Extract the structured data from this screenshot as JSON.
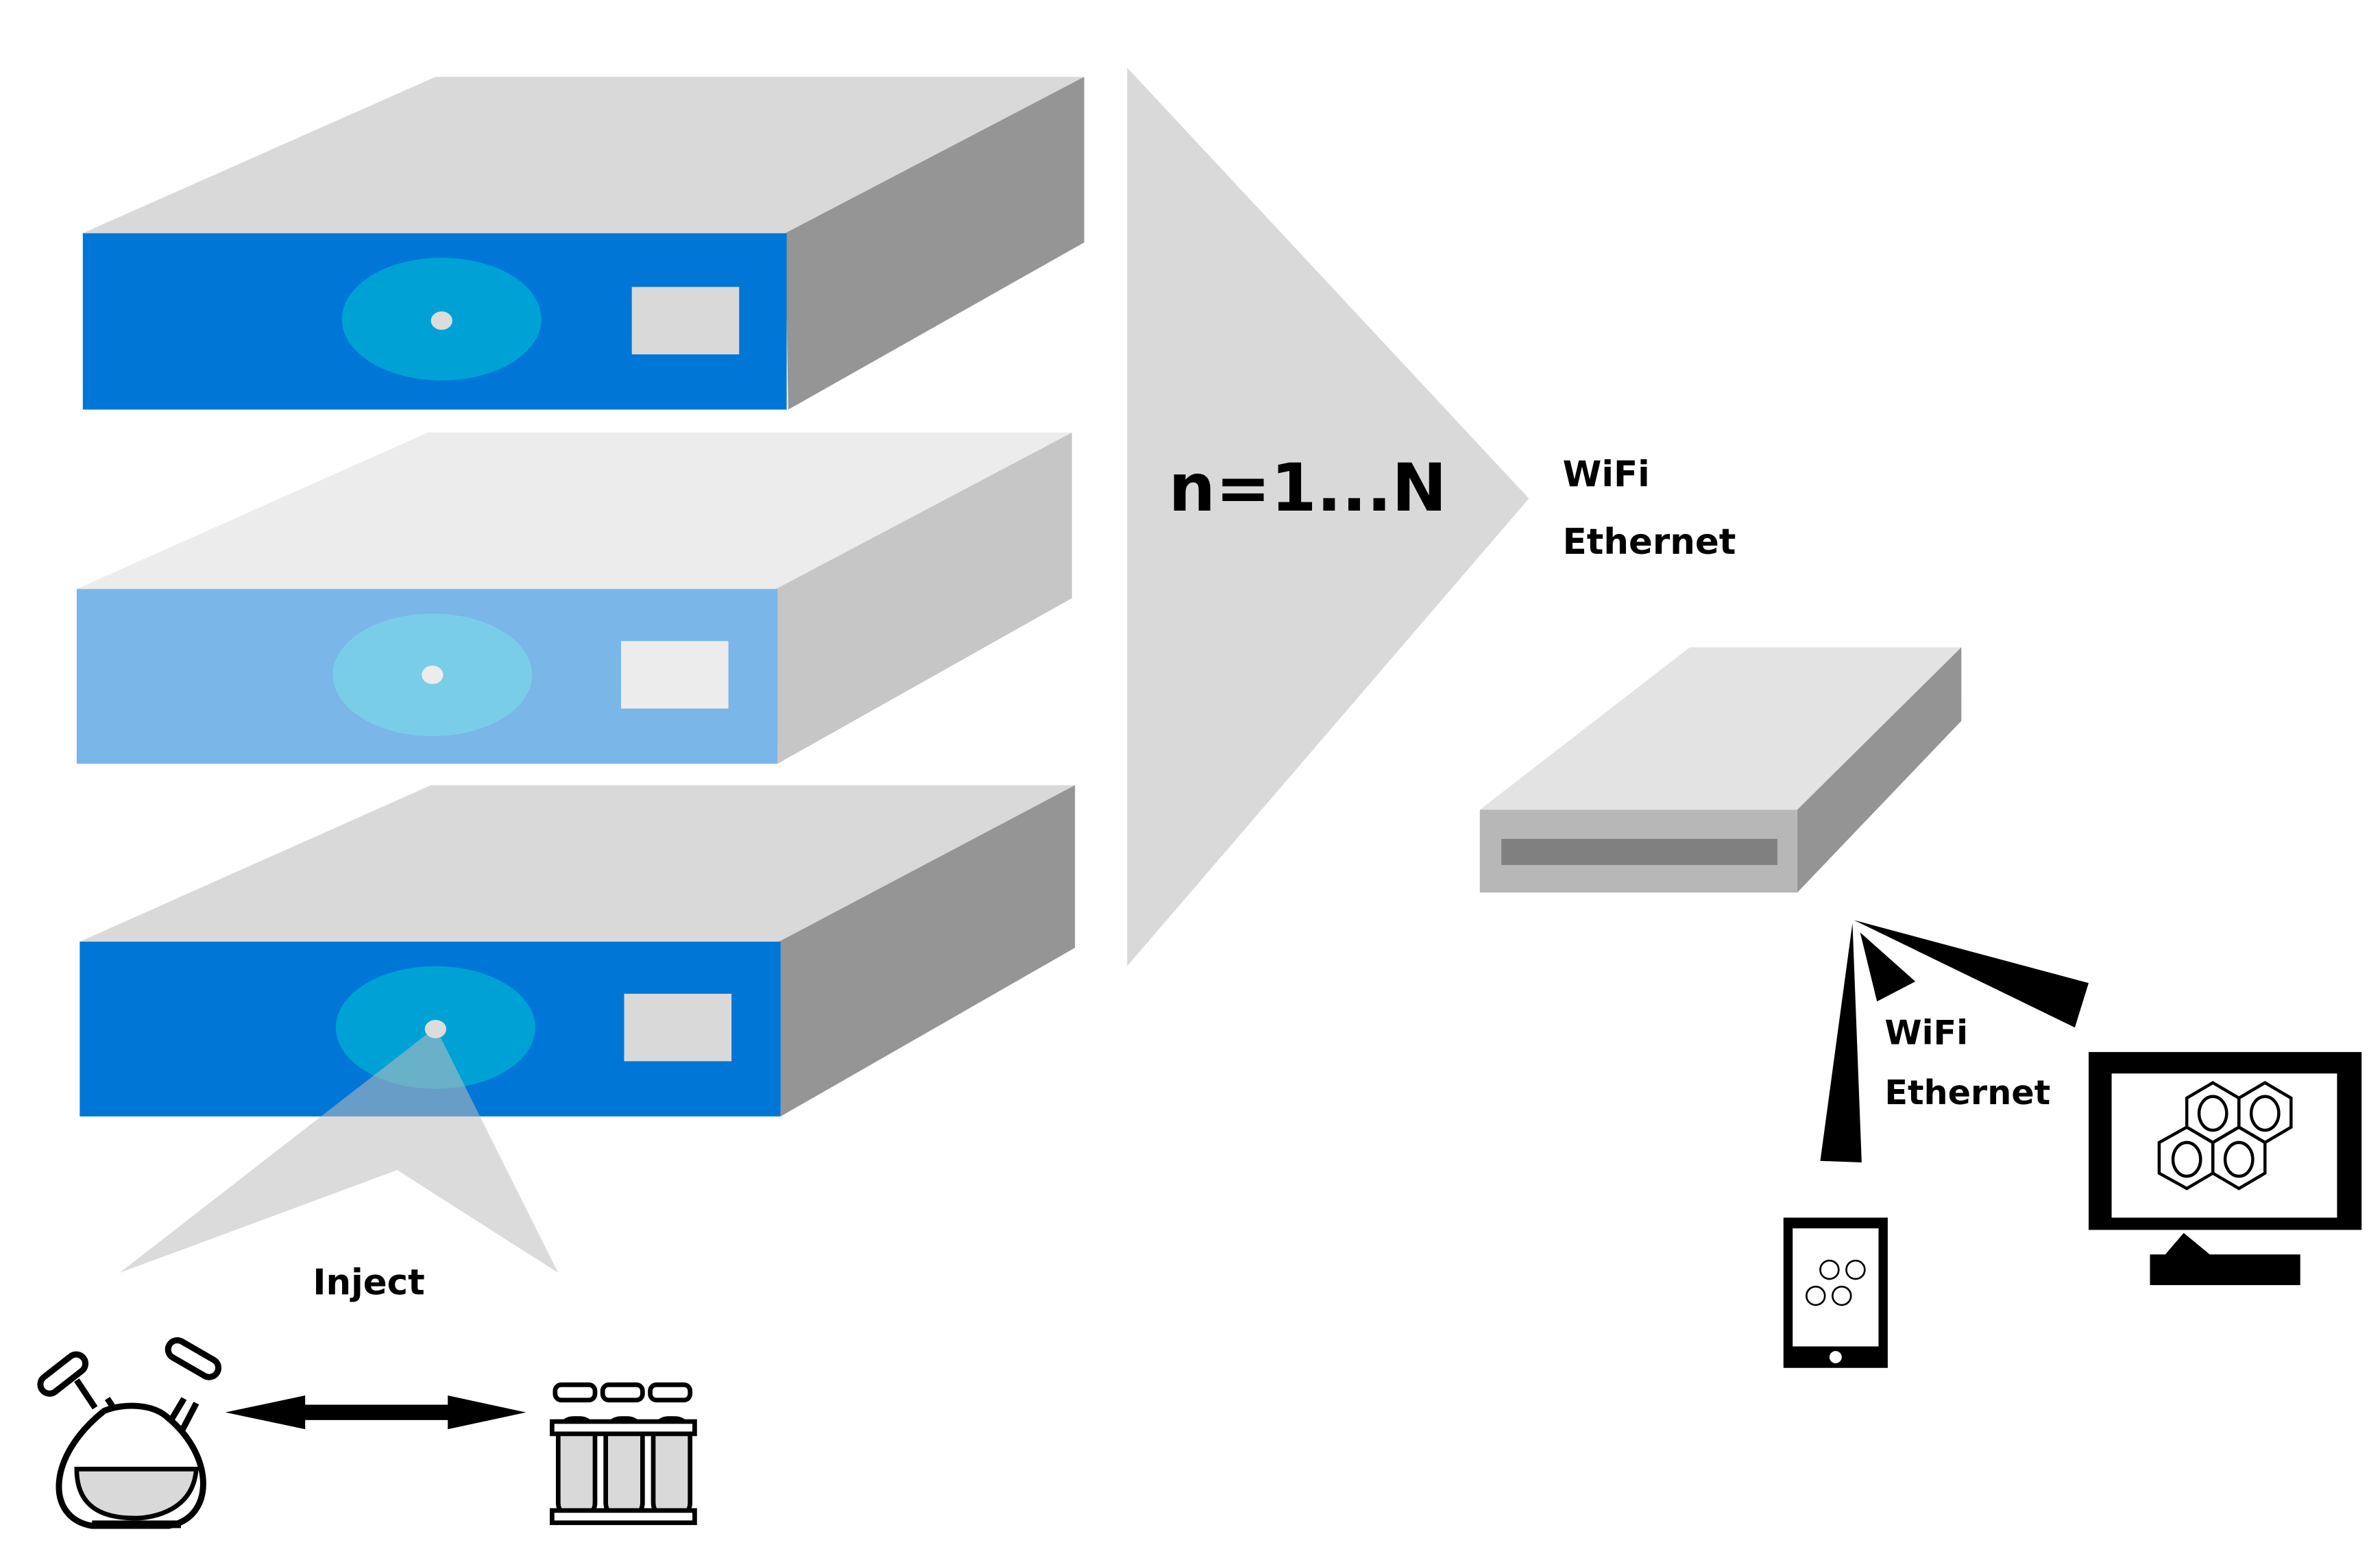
{
  "diagram": {
    "multiplicity_label": "n=1...N",
    "router_link": {
      "line1": "WiFi",
      "line2": "Ethernet"
    },
    "client_link": {
      "line1": "WiFi",
      "line2": "Ethernet"
    },
    "inject_label": "Inject",
    "instruments": [
      {
        "name": "instrument-1",
        "front_color": "#0077d6",
        "disc_color": "#00a2d6",
        "side_color": "#959595",
        "top_color": "#d9d9d9"
      },
      {
        "name": "instrument-2",
        "front_color": "#7ab6e8",
        "disc_color": "#79cde9",
        "side_color": "#c6c6c6",
        "top_color": "#ececec"
      },
      {
        "name": "instrument-3",
        "front_color": "#0077d6",
        "disc_color": "#00a2d6",
        "side_color": "#959595",
        "top_color": "#d9d9d9"
      }
    ],
    "icons": [
      "reaction-flask-icon",
      "double-arrow-icon",
      "test-tube-rack-icon",
      "router-icon",
      "wifi-signal-icon",
      "tablet-icon",
      "monitor-icon",
      "pyrene-molecule-icon"
    ]
  }
}
